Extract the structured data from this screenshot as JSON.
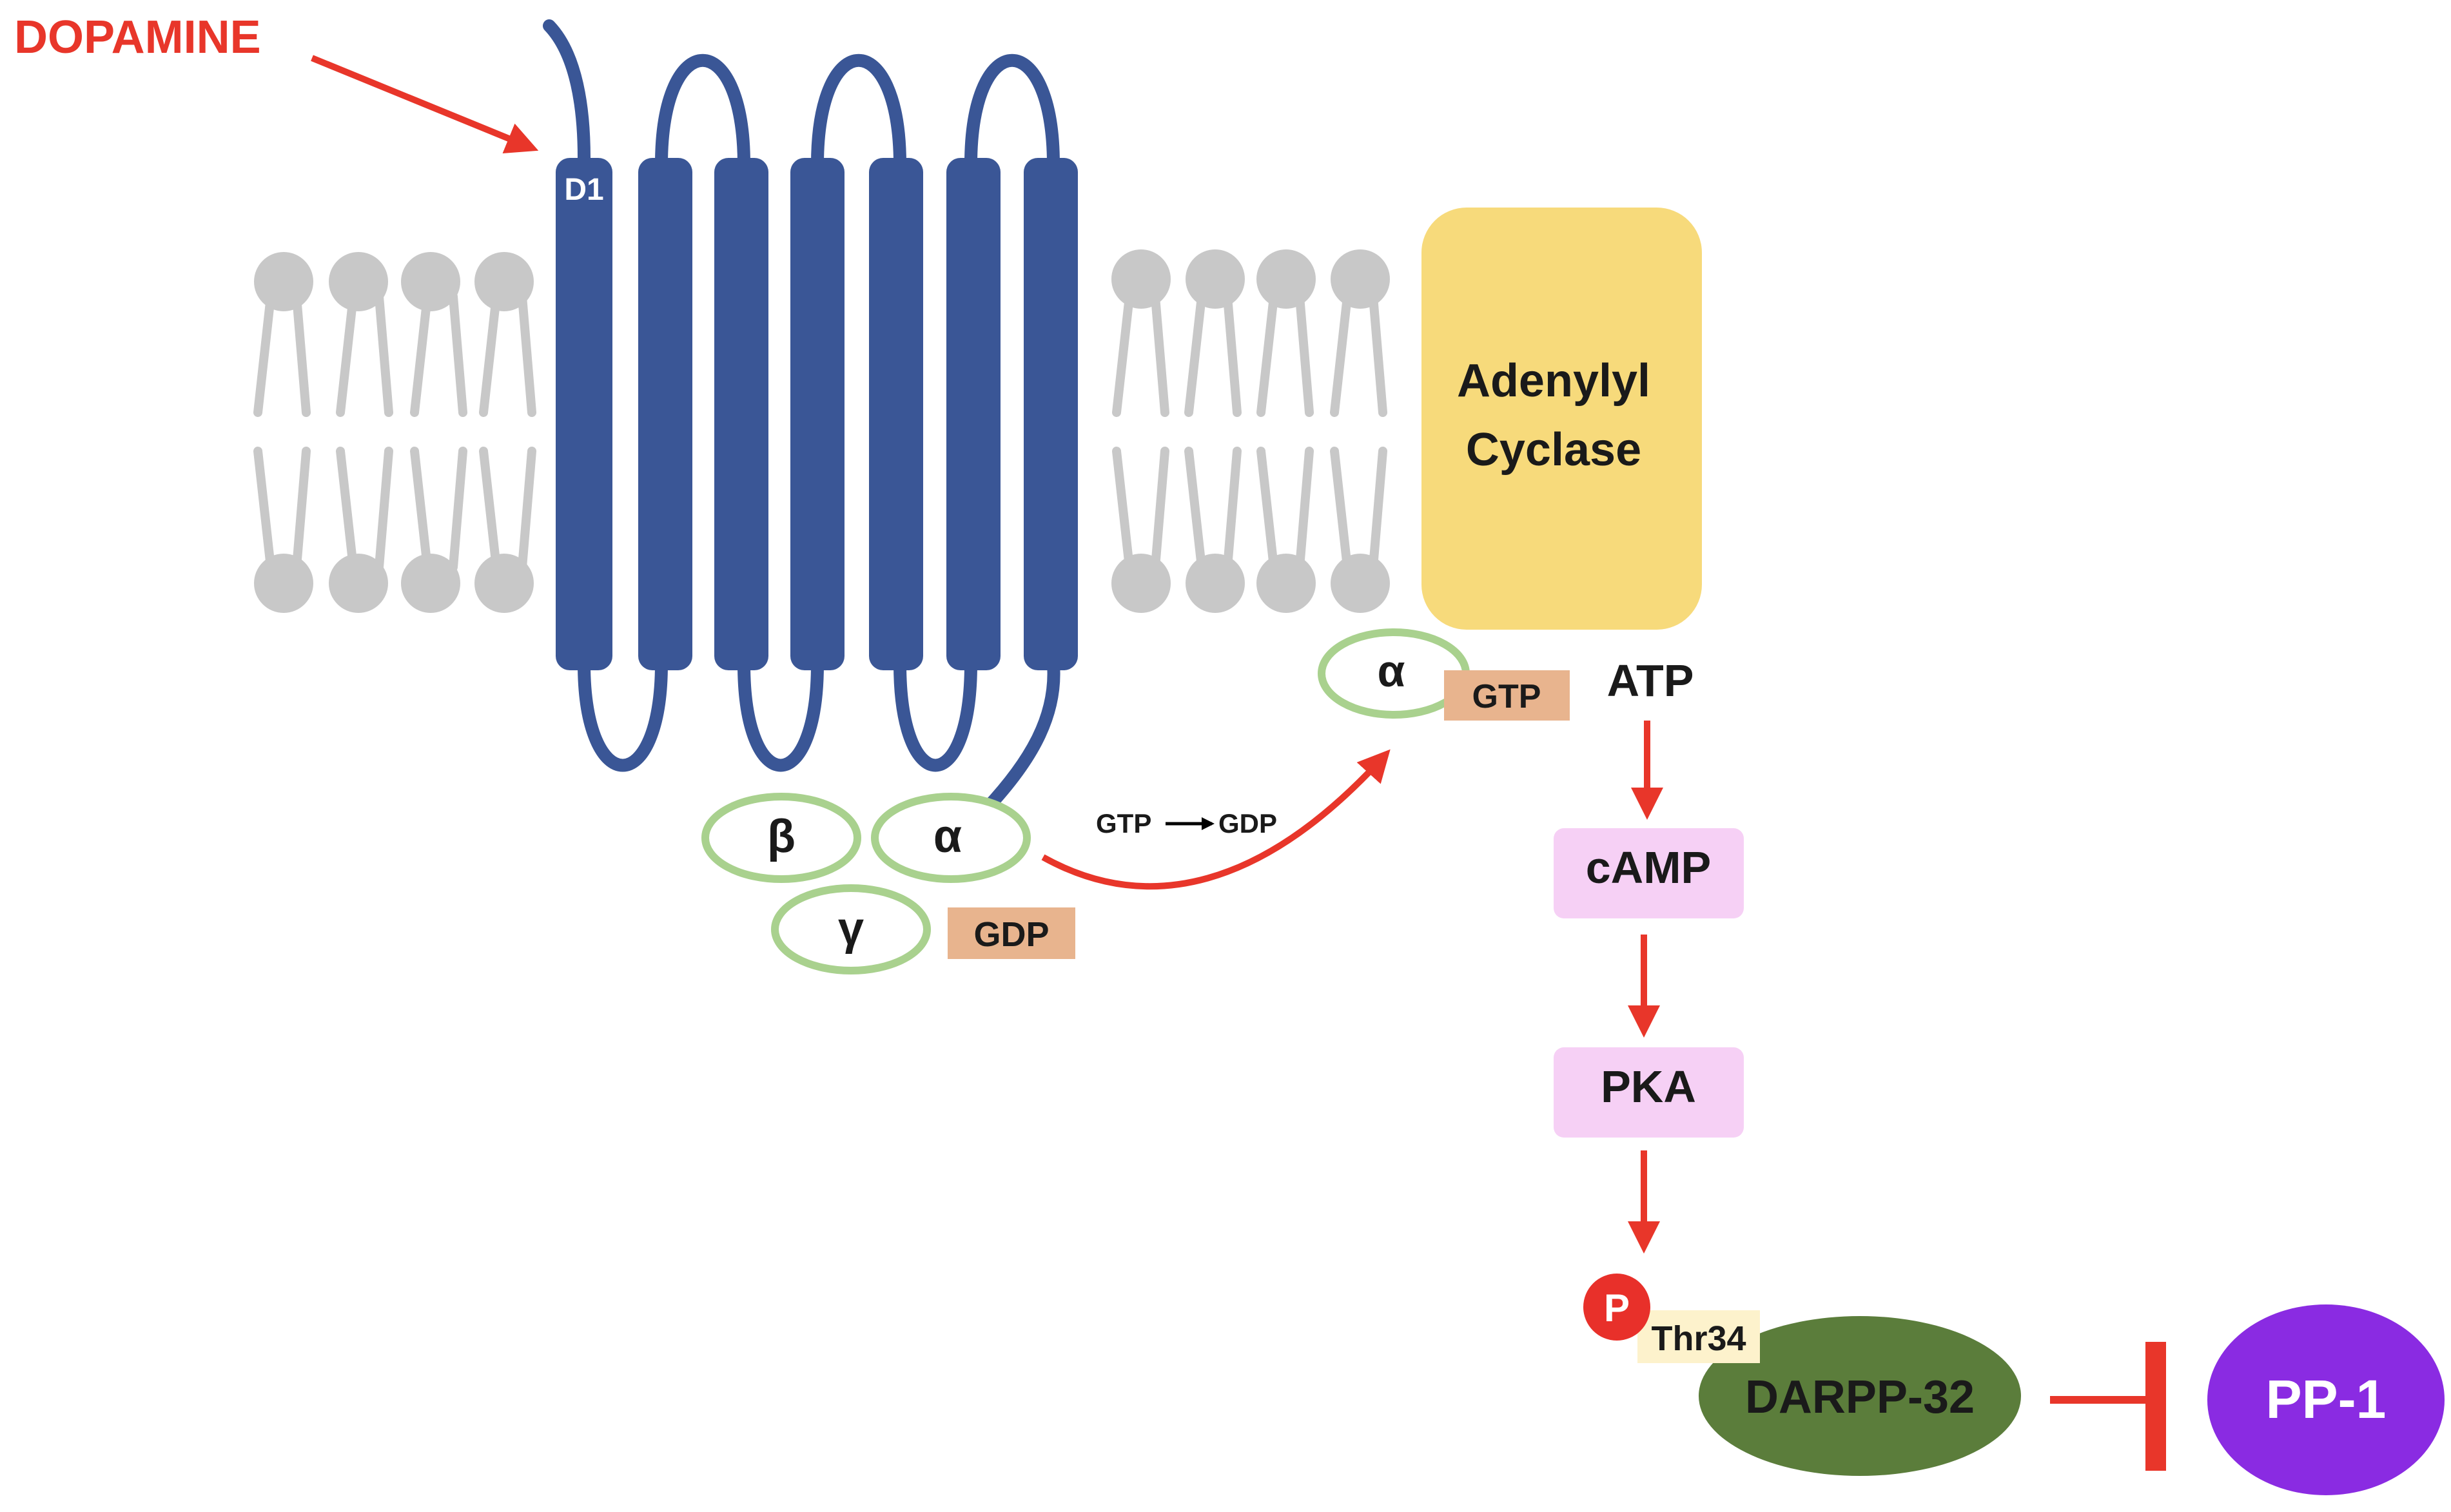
{
  "labels": {
    "dopamine": "DOPAMINE",
    "receptor": "D1",
    "adenylyl_line1": "Adenylyl",
    "adenylyl_line2": "Cyclase",
    "alpha_active": "α",
    "gtp_bound": "GTP",
    "atp": "ATP",
    "beta": "β",
    "alpha": "α",
    "gamma": "γ",
    "gdp": "GDP",
    "exchange_from": "GTP",
    "exchange_to": "GDP",
    "camp": "cAMP",
    "pka": "PKA",
    "phospho": "P",
    "thr34": "Thr34",
    "darpp": "DARPP-32",
    "pp1": "PP-1"
  },
  "colors": {
    "red_arrow": "#e8362a",
    "receptor_blue": "#3a5696",
    "lipid_gray": "#c8c8c8",
    "adenylyl_yellow": "#f7da7b",
    "g_protein_outline": "#a9d18e",
    "nucleotide_box": "#e8b48e",
    "pink_box": "#f6d0f5",
    "darpp_green": "#5b7d3b",
    "pp1_purple": "#8a2be2",
    "thr34_bg": "#fdf2cc",
    "phospho_red": "#e8302a"
  }
}
